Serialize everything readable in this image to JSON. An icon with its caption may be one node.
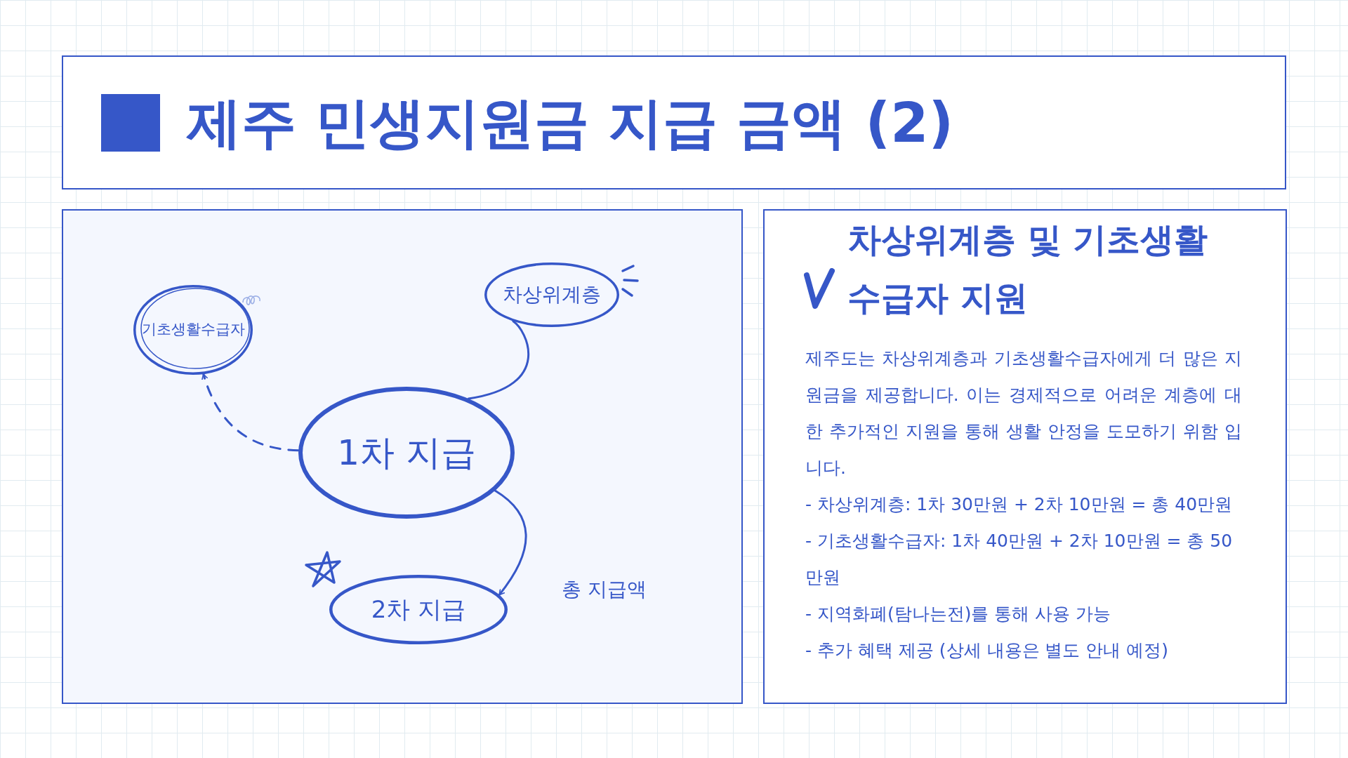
{
  "diagram": {
    "title": "제주 민생지원금 지급 금액 (2)",
    "nodes": [
      {
        "text": [
          "기초생활수급자"
        ]
      },
      {
        "text": [
          "차상위계층"
        ]
      },
      {
        "text": [
          "1차 지급"
        ]
      },
      {
        "text": [
          "2차 지급"
        ]
      },
      {
        "text": [
          "차상위계층 및 기초생활 수급자 지원",
          "제주도는 차상위계층과 기초생활수급자에게 더 많은 지원금을 제공합니다. 이는 경제적으로 어려운 계층에 대한 추가적인 지원을 통해 생활 안정을 도모하기 위함 입니다.",
          "- 차상위계층: 1차 30만원 + 2차 10만원 = 총 40만원",
          "- 기초생활수급자: 1차 40만원 + 2차 10만원 = 총 50 만원",
          "- 지역화폐(탐나는전)를 통해 사용 가능",
          "- 추가 혜택 제공 (상세 내용은 별도 안내 예정)"
        ]
      }
    ],
    "edges": [
      {
        "from": 2,
        "to": 0,
        "arrow": "to",
        "style": "dashed"
      },
      {
        "from": 2,
        "to": 3,
        "arrow": "to",
        "label": "총 지급액"
      },
      {
        "from": 2,
        "to": 1,
        "arrow": "none"
      }
    ]
  }
}
